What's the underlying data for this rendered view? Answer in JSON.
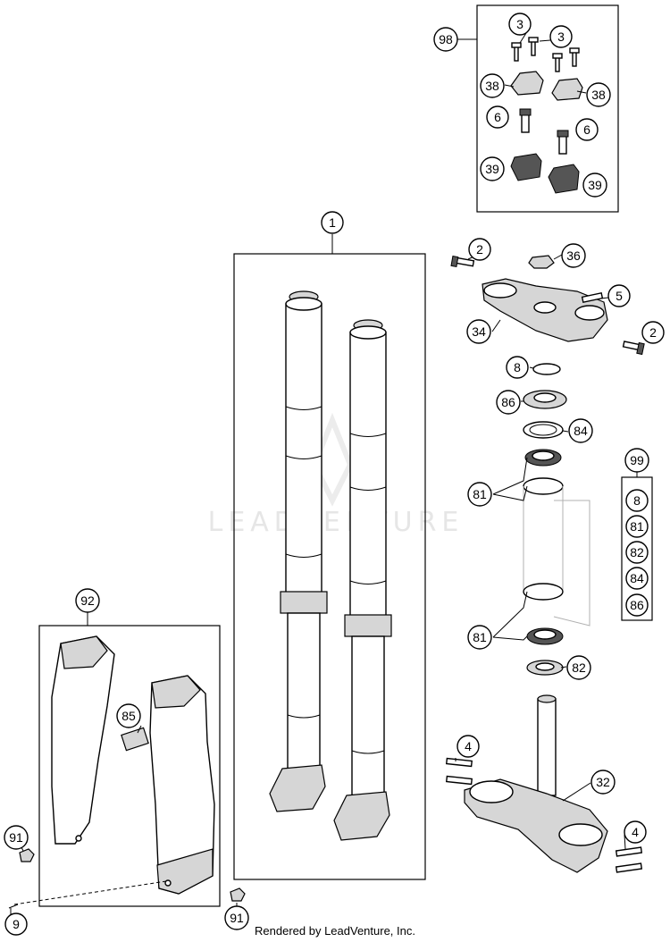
{
  "footer": {
    "text": "Rendered by LeadVenture, Inc."
  },
  "watermark": {
    "text": "LEADVENTURE"
  },
  "callouts": {
    "c98": "98",
    "c3a": "3",
    "c3b": "3",
    "c38a": "38",
    "c38b": "38",
    "c6a": "6",
    "c6b": "6",
    "c39a": "39",
    "c39b": "39",
    "c1": "1",
    "c2a": "2",
    "c36": "36",
    "c5": "5",
    "c34": "34",
    "c2b": "2",
    "c8": "8",
    "c86": "86",
    "c84": "84",
    "c81a": "81",
    "c81b": "81",
    "c82": "82",
    "c4a": "4",
    "c32": "32",
    "c4b": "4",
    "c99": "99",
    "k8": "8",
    "k81": "81",
    "k82": "82",
    "k84": "84",
    "k86": "86",
    "c92": "92",
    "c85": "85",
    "c91a": "91",
    "c91b": "91",
    "c9": "9"
  }
}
